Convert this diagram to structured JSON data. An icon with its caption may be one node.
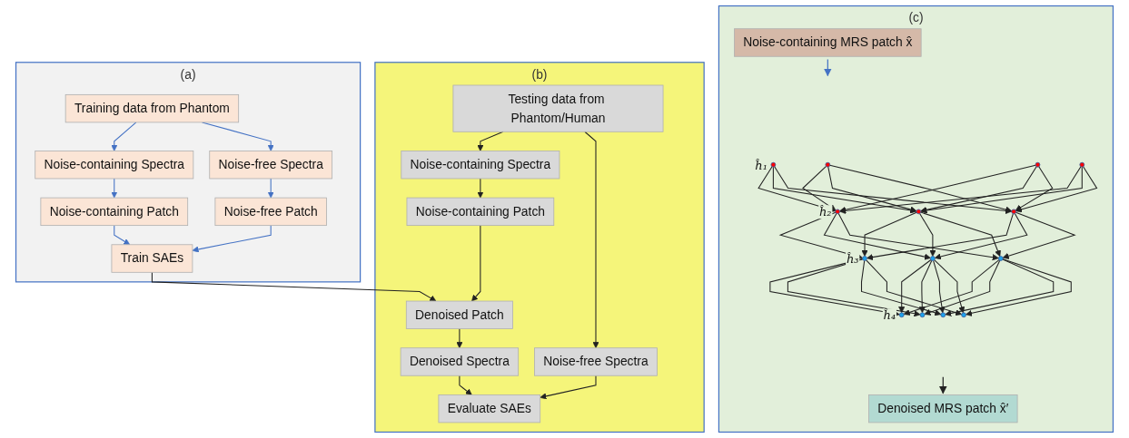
{
  "diagram": {
    "nodes": [
      {
        "text": [
          "(a)"
        ]
      },
      {
        "text": [
          "Training data from Phantom"
        ],
        "in": 0
      },
      {
        "text": [
          "Noise-containing Spectra"
        ],
        "in": 0
      },
      {
        "text": [
          "Noise-free Spectra"
        ],
        "in": 0
      },
      {
        "text": [
          "Noise-containing Patch"
        ],
        "in": 0
      },
      {
        "text": [
          "Noise-free Patch"
        ],
        "in": 0
      },
      {
        "text": [
          "Train SAEs"
        ],
        "in": 0
      },
      {
        "text": [
          "(b)"
        ]
      },
      {
        "text": [
          "Testing data from Phantom/Human"
        ],
        "in": 7
      },
      {
        "text": [
          "Noise-containing Spectra"
        ],
        "in": 7
      },
      {
        "text": [
          "Noise-free Spectra"
        ],
        "in": 7
      },
      {
        "text": [
          "Noise-containing Patch"
        ],
        "in": 7
      },
      {
        "text": [
          "Denoised Patch"
        ],
        "in": 7
      },
      {
        "text": [
          "Denoised Spectra"
        ],
        "in": 7
      },
      {
        "text": [
          "Evaluate SAEs"
        ],
        "in": 7
      },
      {
        "text": [
          "(c)"
        ]
      },
      {
        "text": [
          "Noise-containing MRS patch x̂"
        ],
        "in": 15
      },
      {
        "text": [],
        "shape": "circle",
        "in": 15,
        "beside": [
          "ĥ₁"
        ]
      },
      {
        "text": [],
        "shape": "circle",
        "in": 15
      },
      {
        "text": [],
        "shape": "circle",
        "in": 15
      },
      {
        "text": [],
        "shape": "circle",
        "in": 15
      },
      {
        "text": [],
        "shape": "circle",
        "in": 15,
        "beside": [
          "ĥ₂"
        ]
      },
      {
        "text": [],
        "shape": "circle",
        "in": 15
      },
      {
        "text": [],
        "shape": "circle",
        "in": 15
      },
      {
        "text": [],
        "shape": "circle",
        "in": 15,
        "beside": [
          "ĥ₃"
        ]
      },
      {
        "text": [],
        "shape": "circle",
        "in": 15
      },
      {
        "text": [],
        "shape": "circle",
        "in": 15
      },
      {
        "text": [],
        "shape": "circle",
        "in": 15,
        "beside": [
          "ĥ₄"
        ]
      },
      {
        "text": [],
        "shape": "circle",
        "in": 15
      },
      {
        "text": [],
        "shape": "circle",
        "in": 15
      },
      {
        "text": [],
        "shape": "circle",
        "in": 15
      },
      {
        "text": [
          "Denoised MRS patch x̂′"
        ],
        "in": 15
      }
    ],
    "edges": [
      {
        "from": 1,
        "to": 2,
        "arrow": "to",
        "color": "#4472c4"
      },
      {
        "from": 1,
        "to": 3,
        "arrow": "to",
        "color": "#4472c4"
      },
      {
        "from": 2,
        "to": 4,
        "arrow": "to",
        "color": "#4472c4"
      },
      {
        "from": 3,
        "to": 5,
        "arrow": "to",
        "color": "#4472c4"
      },
      {
        "from": 4,
        "to": 6,
        "arrow": "to",
        "color": "#4472c4"
      },
      {
        "from": 5,
        "to": 6,
        "arrow": "to",
        "color": "#4472c4"
      },
      {
        "from": 6,
        "to": 12,
        "arrow": "to"
      },
      {
        "from": 8,
        "to": 9,
        "arrow": "to"
      },
      {
        "from": 8,
        "to": 10,
        "arrow": "to"
      },
      {
        "from": 9,
        "to": 11,
        "arrow": "to"
      },
      {
        "from": 11,
        "to": 12,
        "arrow": "to"
      },
      {
        "from": 10,
        "to": 14,
        "arrow": "to"
      },
      {
        "from": 12,
        "to": 13,
        "arrow": "to"
      },
      {
        "from": 13,
        "to": 14,
        "arrow": "to"
      },
      {
        "from": 16,
        "to": null,
        "arrow": "to",
        "color": "#4472c4"
      },
      {
        "from": 17,
        "to": 21,
        "arrow": "to"
      },
      {
        "from": 17,
        "to": 22,
        "arrow": "to"
      },
      {
        "from": 17,
        "to": 23,
        "arrow": "to"
      },
      {
        "from": 18,
        "to": 21,
        "arrow": "to"
      },
      {
        "from": 18,
        "to": 22,
        "arrow": "to"
      },
      {
        "from": 18,
        "to": 23,
        "arrow": "to"
      },
      {
        "from": 19,
        "to": 21,
        "arrow": "to"
      },
      {
        "from": 19,
        "to": 22,
        "arrow": "to"
      },
      {
        "from": 19,
        "to": 23,
        "arrow": "to"
      },
      {
        "from": 20,
        "to": 21,
        "arrow": "to"
      },
      {
        "from": 20,
        "to": 22,
        "arrow": "to"
      },
      {
        "from": 20,
        "to": 23,
        "arrow": "to"
      },
      {
        "from": 21,
        "to": 24,
        "arrow": "to"
      },
      {
        "from": 21,
        "to": 25,
        "arrow": "to"
      },
      {
        "from": 21,
        "to": 26,
        "arrow": "to"
      },
      {
        "from": 22,
        "to": 24,
        "arrow": "to"
      },
      {
        "from": 22,
        "to": 25,
        "arrow": "to"
      },
      {
        "from": 22,
        "to": 26,
        "arrow": "to"
      },
      {
        "from": 23,
        "to": 24,
        "arrow": "to"
      },
      {
        "from": 23,
        "to": 25,
        "arrow": "to"
      },
      {
        "from": 23,
        "to": 26,
        "arrow": "to"
      },
      {
        "from": 24,
        "to": 27,
        "arrow": "to"
      },
      {
        "from": 24,
        "to": 28,
        "arrow": "to"
      },
      {
        "from": 24,
        "to": 29,
        "arrow": "to"
      },
      {
        "from": 24,
        "to": 30,
        "arrow": "to"
      },
      {
        "from": 25,
        "to": 27,
        "arrow": "to"
      },
      {
        "from": 25,
        "to": 28,
        "arrow": "to"
      },
      {
        "from": 25,
        "to": 29,
        "arrow": "to"
      },
      {
        "from": 25,
        "to": 30,
        "arrow": "to"
      },
      {
        "from": 26,
        "to": 27,
        "arrow": "to"
      },
      {
        "from": 26,
        "to": 28,
        "arrow": "to"
      },
      {
        "from": 26,
        "to": 29,
        "arrow": "to"
      },
      {
        "from": 26,
        "to": 30,
        "arrow": "to"
      },
      {
        "from": null,
        "to": 31,
        "arrow": "to"
      }
    ]
  }
}
